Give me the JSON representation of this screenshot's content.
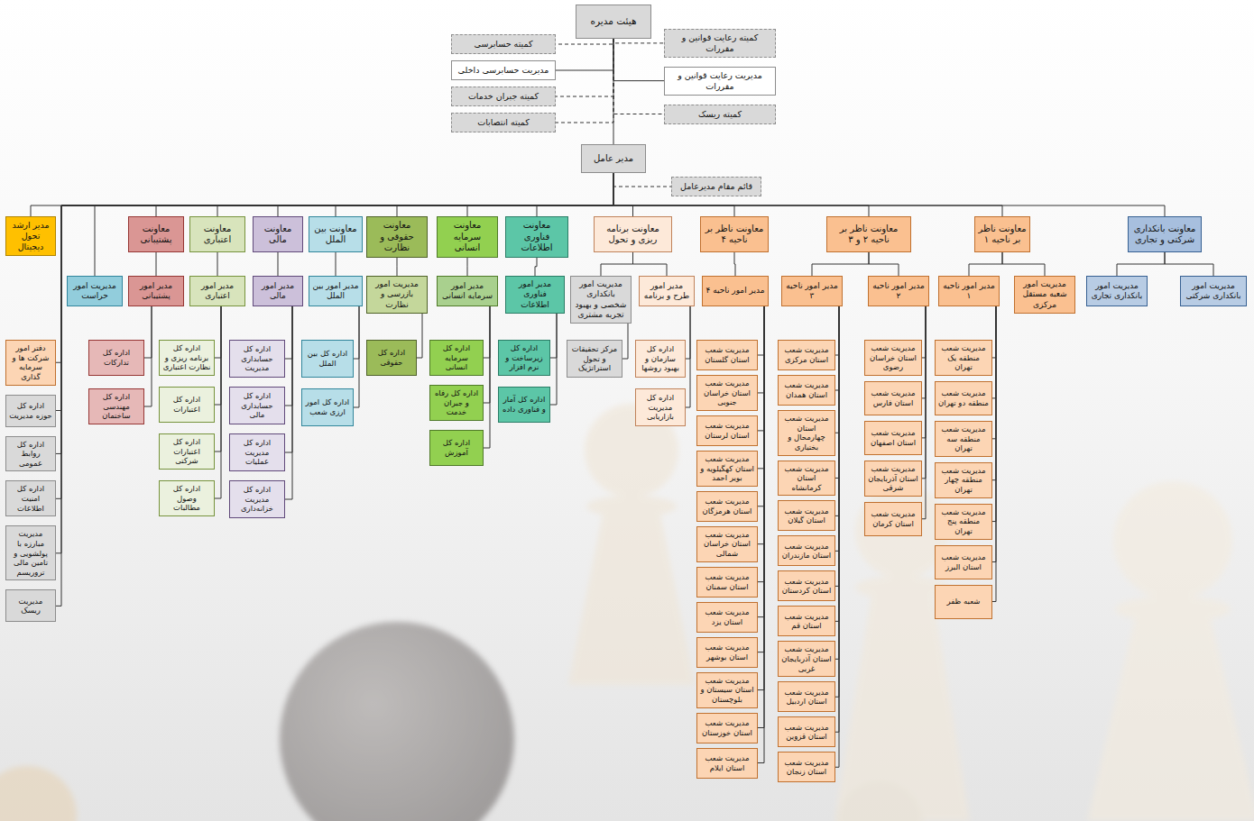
{
  "diagram": {
    "nodes": [
      {
        "text": [
          "هیئت مدیره"
        ]
      },
      {
        "text": [
          "کمیته حسابرسی"
        ]
      },
      {
        "text": [
          "کمیته رعایت قوانین و مقررات"
        ]
      },
      {
        "text": [
          "مدیریت حسابرسی داخلی"
        ]
      },
      {
        "text": [
          "مدیریت رعایت قوانین و مقررات"
        ]
      },
      {
        "text": [
          "کمیته جبران خدمات"
        ]
      },
      {
        "text": [
          "کمیته ریسک"
        ]
      },
      {
        "text": [
          "کمیته انتصابات"
        ]
      },
      {
        "text": [
          "مدیر عامل"
        ]
      },
      {
        "text": [
          "قائم مقام مدیرعامل"
        ]
      },
      {
        "text": [
          "مدیر ارشد تحول دیجیتال"
        ]
      },
      {
        "text": [
          "مدیریت امور حراست"
        ]
      },
      {
        "text": [
          "معاونت پشتیبانی"
        ]
      },
      {
        "text": [
          "معاونت اعتباری"
        ]
      },
      {
        "text": [
          "معاونت مالی"
        ]
      },
      {
        "text": [
          "معاونت بین الملل"
        ]
      },
      {
        "text": [
          "معاونت حقوقی و نظارت"
        ]
      },
      {
        "text": [
          "معاونت سرمایه انسانی"
        ]
      },
      {
        "text": [
          "معاونت فناوری اطلاعات"
        ]
      },
      {
        "text": [
          "معاونت برنامه ریزی و تحول"
        ]
      },
      {
        "text": [
          "معاونت ناظر بر ناحیه ۴"
        ]
      },
      {
        "text": [
          "معاونت ناظر بر ناحیه ۲ و ۳"
        ]
      },
      {
        "text": [
          "معاونت ناظر بر ناحیه ۱"
        ]
      },
      {
        "text": [
          "معاونت بانکداری شرکتی و تجاری"
        ]
      },
      {
        "text": [
          "دفتر امور شرکت ها و سرمایه گذاری"
        ]
      },
      {
        "text": [
          "اداره کل حوزه مدیریت"
        ]
      },
      {
        "text": [
          "اداره کل روابط عمومی"
        ]
      },
      {
        "text": [
          "اداره کل امنیت اطلاعات"
        ]
      },
      {
        "text": [
          "مدیریت مبارزه با پولشویی و تامین مالی تروریسم"
        ]
      },
      {
        "text": [
          "مدیریت ریسک"
        ]
      },
      {
        "text": [
          "مدیر امور پشتیبانی"
        ]
      },
      {
        "text": [
          "اداره کل تدارکات"
        ]
      },
      {
        "text": [
          "اداره کل مهندسی ساختمان"
        ]
      },
      {
        "text": [
          "مدیر امور اعتباری"
        ]
      },
      {
        "text": [
          "اداره کل برنامه ریزی و نظارت اعتباری"
        ]
      },
      {
        "text": [
          "اداره کل اعتبارات"
        ]
      },
      {
        "text": [
          "اداره کل اعتبارات شرکتی"
        ]
      },
      {
        "text": [
          "اداره کل وصول مطالبات"
        ]
      },
      {
        "text": [
          "مدیر امور مالی"
        ]
      },
      {
        "text": [
          "اداره کل حسابداری مدیریت"
        ]
      },
      {
        "text": [
          "اداره کل حسابداری مالی"
        ]
      },
      {
        "text": [
          "اداره کل مدیریت عملیات"
        ]
      },
      {
        "text": [
          "اداره کل مدیریت خزانه‌داری"
        ]
      },
      {
        "text": [
          "مدیر امور بین الملل"
        ]
      },
      {
        "text": [
          "اداره کل بین الملل"
        ]
      },
      {
        "text": [
          "اداره کل امور ارزی شعب"
        ]
      },
      {
        "text": [
          "مدیریت امور بازرسی و نظارت"
        ]
      },
      {
        "text": [
          "اداره کل حقوقی"
        ]
      },
      {
        "text": [
          "مدیر امور سرمایه انسانی"
        ]
      },
      {
        "text": [
          "اداره کل سرمایه انسانی"
        ]
      },
      {
        "text": [
          "اداره کل رفاه و جبران خدمت"
        ]
      },
      {
        "text": [
          "اداره کل آموزش"
        ]
      },
      {
        "text": [
          "مدیر امور فناوری اطلاعات"
        ]
      },
      {
        "text": [
          "اداره کل زیرساخت و نرم افزار"
        ]
      },
      {
        "text": [
          "اداره کل آمار و فناوری داده"
        ]
      },
      {
        "text": [
          "مدیریت امور بانکداری شخصی و بهبود تجربه مشتری"
        ]
      },
      {
        "text": [
          "مرکز تحقیقات و تحول استراتژیک"
        ]
      },
      {
        "text": [
          "مدیر امور طرح و برنامه"
        ]
      },
      {
        "text": [
          "اداره کل سازمان و بهبود روشها"
        ]
      },
      {
        "text": [
          "اداره کل مدیریت بازاریابی"
        ]
      },
      {
        "text": [
          "مدیر امور ناحیه ۴"
        ]
      },
      {
        "text": [
          "مدیریت شعب استان گلستان"
        ]
      },
      {
        "text": [
          "مدیریت شعب استان خراسان جنوبی"
        ]
      },
      {
        "text": [
          "مدیریت شعب استان لرستان"
        ]
      },
      {
        "text": [
          "مدیریت شعب استان کهگیلویه و بویر احمد"
        ]
      },
      {
        "text": [
          "مدیریت شعب استان هرمزگان"
        ]
      },
      {
        "text": [
          "مدیریت شعب استان خراسان شمالی"
        ]
      },
      {
        "text": [
          "مدیریت شعب استان سمنان"
        ]
      },
      {
        "text": [
          "مدیریت شعب استان یزد"
        ]
      },
      {
        "text": [
          "مدیریت شعب استان بوشهر"
        ]
      },
      {
        "text": [
          "مدیریت شعب استان سیستان و بلوچستان"
        ]
      },
      {
        "text": [
          "مدیریت شعب استان خوزستان"
        ]
      },
      {
        "text": [
          "مدیریت شعب استان ایلام"
        ]
      },
      {
        "text": [
          "مدیر امور ناحیه ۳"
        ]
      },
      {
        "text": [
          "مدیریت شعب استان مرکزی"
        ]
      },
      {
        "text": [
          "مدیریت شعب استان همدان"
        ]
      },
      {
        "text": [
          "مدیریت شعب استان چهارمحال و بختیاری"
        ]
      },
      {
        "text": [
          "مدیریت شعب استان کرمانشاه"
        ]
      },
      {
        "text": [
          "مدیریت شعب استان گیلان"
        ]
      },
      {
        "text": [
          "مدیریت شعب استان مازندران"
        ]
      },
      {
        "text": [
          "مدیریت شعب استان کردستان"
        ]
      },
      {
        "text": [
          "مدیریت شعب استان قم"
        ]
      },
      {
        "text": [
          "مدیریت شعب استان آذربایجان غربی"
        ]
      },
      {
        "text": [
          "مدیریت شعب استان اردبیل"
        ]
      },
      {
        "text": [
          "مدیریت شعب استان قزوین"
        ]
      },
      {
        "text": [
          "مدیریت شعب استان زنجان"
        ]
      },
      {
        "text": [
          "مدیر امور ناحیه ۲"
        ]
      },
      {
        "text": [
          "مدیریت شعب استان خراسان رضوی"
        ]
      },
      {
        "text": [
          "مدیریت شعب استان فارس"
        ]
      },
      {
        "text": [
          "مدیریت شعب استان اصفهان"
        ]
      },
      {
        "text": [
          "مدیریت شعب استان آذربایجان شرقی"
        ]
      },
      {
        "text": [
          "مدیریت شعب استان کرمان"
        ]
      },
      {
        "text": [
          "مدیر امور ناحیه ۱"
        ]
      },
      {
        "text": [
          "مدیریت شعب منطقه یک تهران"
        ]
      },
      {
        "text": [
          "مدیریت شعب منطقه دو تهران"
        ]
      },
      {
        "text": [
          "مدیریت شعب منطقه سه تهران"
        ]
      },
      {
        "text": [
          "مدیریت شعب منطقه چهار تهران"
        ]
      },
      {
        "text": [
          "مدیریت شعب منطقه پنج تهران"
        ]
      },
      {
        "text": [
          "مدیریت شعب استان البرز"
        ]
      },
      {
        "text": [
          "شعبه ظفر"
        ]
      },
      {
        "text": [
          "مدیریت امور شعبه مستقل مرکزی"
        ]
      },
      {
        "text": [
          "مدیریت امور بانکداری تجاری"
        ]
      },
      {
        "text": [
          "مدیریت امور بانکداری شرکتی"
        ]
      }
    ],
    "edges": [
      {
        "from": 0,
        "to": 1,
        "arrow": "none"
      },
      {
        "from": 0,
        "to": 2,
        "arrow": "none"
      },
      {
        "from": 0,
        "to": 3,
        "arrow": "none"
      },
      {
        "from": 0,
        "to": 4,
        "arrow": "none"
      },
      {
        "from": 0,
        "to": 5,
        "arrow": "none"
      },
      {
        "from": 0,
        "to": 6,
        "arrow": "none"
      },
      {
        "from": 0,
        "to": 7,
        "arrow": "none"
      },
      {
        "from": 0,
        "to": 8,
        "arrow": "none"
      },
      {
        "from": 8,
        "to": 9,
        "arrow": "none"
      },
      {
        "from": 8,
        "to": 10,
        "arrow": "none"
      },
      {
        "from": 8,
        "to": 11,
        "arrow": "none"
      },
      {
        "from": 8,
        "to": 12,
        "arrow": "none"
      },
      {
        "from": 8,
        "to": 13,
        "arrow": "none"
      },
      {
        "from": 8,
        "to": 14,
        "arrow": "none"
      },
      {
        "from": 8,
        "to": 15,
        "arrow": "none"
      },
      {
        "from": 8,
        "to": 16,
        "arrow": "none"
      },
      {
        "from": 8,
        "to": 17,
        "arrow": "none"
      },
      {
        "from": 8,
        "to": 18,
        "arrow": "none"
      },
      {
        "from": 8,
        "to": 19,
        "arrow": "none"
      },
      {
        "from": 8,
        "to": 20,
        "arrow": "none"
      },
      {
        "from": 8,
        "to": 21,
        "arrow": "none"
      },
      {
        "from": 8,
        "to": 22,
        "arrow": "none"
      },
      {
        "from": 8,
        "to": 23,
        "arrow": "none"
      },
      {
        "from": 8,
        "to": 24,
        "arrow": "none"
      },
      {
        "from": 8,
        "to": 25,
        "arrow": "none"
      },
      {
        "from": 8,
        "to": 26,
        "arrow": "none"
      },
      {
        "from": 8,
        "to": 27,
        "arrow": "none"
      },
      {
        "from": 8,
        "to": 28,
        "arrow": "none"
      },
      {
        "from": 8,
        "to": 29,
        "arrow": "none"
      },
      {
        "from": 12,
        "to": 30,
        "arrow": "none"
      },
      {
        "from": 30,
        "to": 31,
        "arrow": "none"
      },
      {
        "from": 30,
        "to": 32,
        "arrow": "none"
      },
      {
        "from": 13,
        "to": 33,
        "arrow": "none"
      },
      {
        "from": 33,
        "to": 34,
        "arrow": "none"
      },
      {
        "from": 33,
        "to": 35,
        "arrow": "none"
      },
      {
        "from": 33,
        "to": 36,
        "arrow": "none"
      },
      {
        "from": 33,
        "to": 37,
        "arrow": "none"
      },
      {
        "from": 14,
        "to": 38,
        "arrow": "none"
      },
      {
        "from": 38,
        "to": 39,
        "arrow": "none"
      },
      {
        "from": 38,
        "to": 40,
        "arrow": "none"
      },
      {
        "from": 38,
        "to": 41,
        "arrow": "none"
      },
      {
        "from": 38,
        "to": 42,
        "arrow": "none"
      },
      {
        "from": 15,
        "to": 43,
        "arrow": "none"
      },
      {
        "from": 43,
        "to": 44,
        "arrow": "none"
      },
      {
        "from": 43,
        "to": 45,
        "arrow": "none"
      },
      {
        "from": 16,
        "to": 46,
        "arrow": "none"
      },
      {
        "from": 46,
        "to": 47,
        "arrow": "none"
      },
      {
        "from": 17,
        "to": 48,
        "arrow": "none"
      },
      {
        "from": 48,
        "to": 49,
        "arrow": "none"
      },
      {
        "from": 48,
        "to": 50,
        "arrow": "none"
      },
      {
        "from": 48,
        "to": 51,
        "arrow": "none"
      },
      {
        "from": 18,
        "to": 52,
        "arrow": "none"
      },
      {
        "from": 52,
        "to": 53,
        "arrow": "none"
      },
      {
        "from": 52,
        "to": 54,
        "arrow": "none"
      },
      {
        "from": 19,
        "to": 55,
        "arrow": "none"
      },
      {
        "from": 55,
        "to": 56,
        "arrow": "none"
      },
      {
        "from": 19,
        "to": 57,
        "arrow": "none"
      },
      {
        "from": 57,
        "to": 58,
        "arrow": "none"
      },
      {
        "from": 57,
        "to": 59,
        "arrow": "none"
      },
      {
        "from": 20,
        "to": 60,
        "arrow": "none"
      },
      {
        "from": 60,
        "to": 61,
        "arrow": "none"
      },
      {
        "from": 60,
        "to": 62,
        "arrow": "none"
      },
      {
        "from": 60,
        "to": 63,
        "arrow": "none"
      },
      {
        "from": 60,
        "to": 64,
        "arrow": "none"
      },
      {
        "from": 60,
        "to": 65,
        "arrow": "none"
      },
      {
        "from": 60,
        "to": 66,
        "arrow": "none"
      },
      {
        "from": 60,
        "to": 67,
        "arrow": "none"
      },
      {
        "from": 60,
        "to": 68,
        "arrow": "none"
      },
      {
        "from": 60,
        "to": 69,
        "arrow": "none"
      },
      {
        "from": 60,
        "to": 70,
        "arrow": "none"
      },
      {
        "from": 60,
        "to": 71,
        "arrow": "none"
      },
      {
        "from": 60,
        "to": 72,
        "arrow": "none"
      },
      {
        "from": 21,
        "to": 73,
        "arrow": "none"
      },
      {
        "from": 73,
        "to": 74,
        "arrow": "none"
      },
      {
        "from": 73,
        "to": 75,
        "arrow": "none"
      },
      {
        "from": 73,
        "to": 76,
        "arrow": "none"
      },
      {
        "from": 73,
        "to": 77,
        "arrow": "none"
      },
      {
        "from": 73,
        "to": 78,
        "arrow": "none"
      },
      {
        "from": 73,
        "to": 79,
        "arrow": "none"
      },
      {
        "from": 73,
        "to": 80,
        "arrow": "none"
      },
      {
        "from": 73,
        "to": 81,
        "arrow": "none"
      },
      {
        "from": 73,
        "to": 82,
        "arrow": "none"
      },
      {
        "from": 73,
        "to": 83,
        "arrow": "none"
      },
      {
        "from": 73,
        "to": 84,
        "arrow": "none"
      },
      {
        "from": 73,
        "to": 85,
        "arrow": "none"
      },
      {
        "from": 21,
        "to": 86,
        "arrow": "none"
      },
      {
        "from": 86,
        "to": 87,
        "arrow": "none"
      },
      {
        "from": 86,
        "to": 88,
        "arrow": "none"
      },
      {
        "from": 86,
        "to": 89,
        "arrow": "none"
      },
      {
        "from": 86,
        "to": 90,
        "arrow": "none"
      },
      {
        "from": 86,
        "to": 91,
        "arrow": "none"
      },
      {
        "from": 22,
        "to": 92,
        "arrow": "none"
      },
      {
        "from": 92,
        "to": 93,
        "arrow": "none"
      },
      {
        "from": 92,
        "to": 94,
        "arrow": "none"
      },
      {
        "from": 92,
        "to": 95,
        "arrow": "none"
      },
      {
        "from": 92,
        "to": 96,
        "arrow": "none"
      },
      {
        "from": 92,
        "to": 97,
        "arrow": "none"
      },
      {
        "from": 92,
        "to": 98,
        "arrow": "none"
      },
      {
        "from": 92,
        "to": 99,
        "arrow": "none"
      },
      {
        "from": 22,
        "to": 100,
        "arrow": "none"
      },
      {
        "from": 23,
        "to": 101,
        "arrow": "none"
      },
      {
        "from": 23,
        "to": 102,
        "arrow": "none"
      }
    ]
  }
}
